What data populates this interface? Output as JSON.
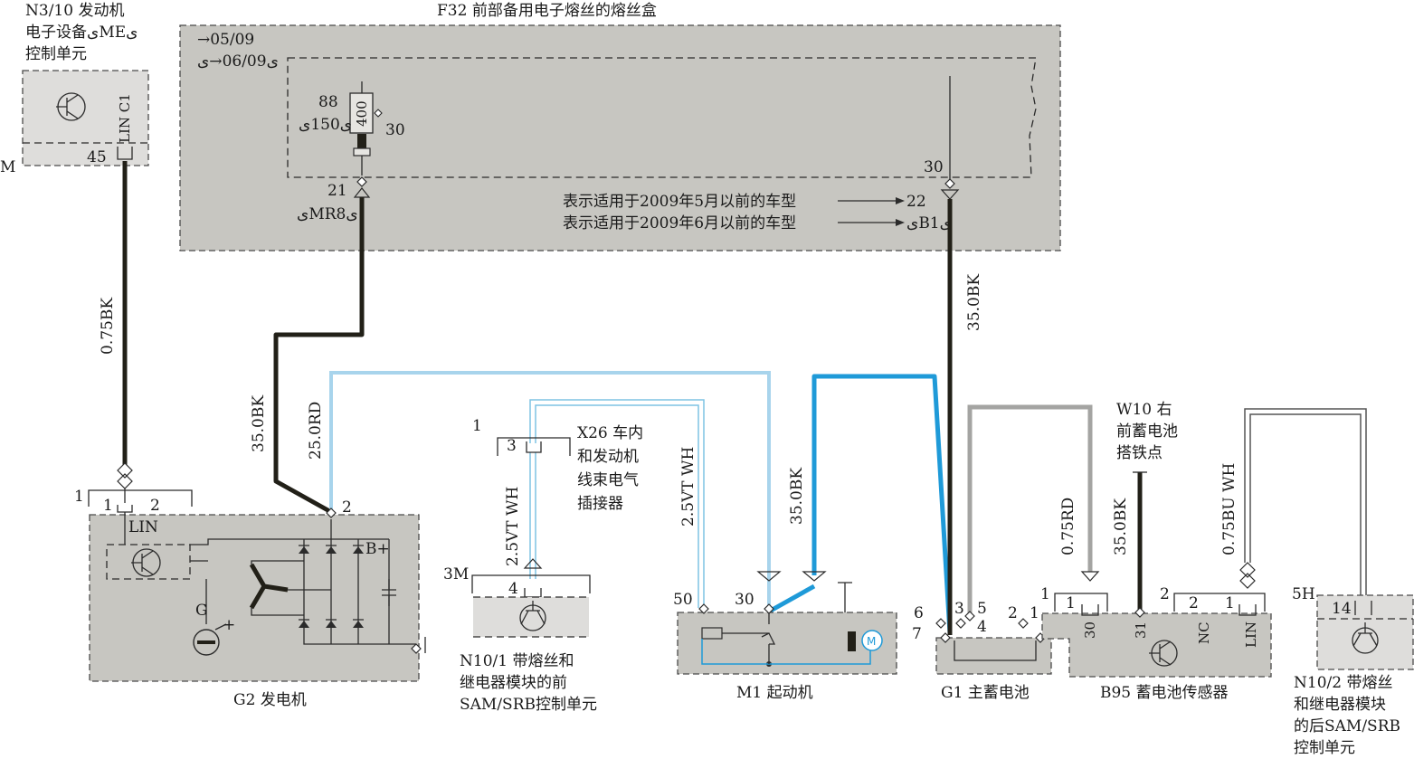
{
  "fuse_box": {
    "title": "F32  前部备用电子熔丝的熔丝盒",
    "date_range_1": "→05/09",
    "date_range_2": "ى06/09→ى",
    "pin_88": "88",
    "pin_150": "ى150ى",
    "fuse_value": "400",
    "pin_30_left": "30",
    "pin_30_right": "30",
    "pin_21": "21",
    "pin_mr8": "ىMR8ى",
    "note_1": "表示适用于2009年5月以前的车型",
    "note_1_target": "22",
    "note_2": "表示适用于2009年6月以前的车型",
    "note_2_target": "ىB1ى"
  },
  "ecu": {
    "title_1": "N3/10  发动机",
    "title_2": "电子设备ىMEى",
    "title_3": "控制单元",
    "pin_lin": "LIN C1",
    "pin_45": "45",
    "side_label": "M"
  },
  "wires": {
    "w_075bk": "0.75BK",
    "w_350bk_left": "35.0BK",
    "w_250rd": "25.0RD",
    "w_350bk_right": "35.0BK",
    "w_25vt_1": "2.5VT WH",
    "w_25vt_2": "2.5VT WH",
    "w_350bk_mid": "35.0BK",
    "w_075rd": "0.75RD",
    "w_350bk_gnd": "35.0BK",
    "w_075bu": "0.75BU WH"
  },
  "generator": {
    "title": "G2  发电机",
    "conn_1": "1",
    "pin_1": "1",
    "pin_2": "2",
    "pin_b2": "2",
    "lin": "LIN",
    "bplus": "B+",
    "g": "G",
    "plus": "+"
  },
  "connector_x26": {
    "pin_1": "1",
    "pin_3": "3",
    "label_1": "X26  车内",
    "label_2": "和发动机",
    "label_3": "线束电气",
    "label_4": "插接器"
  },
  "front_sam": {
    "side": "3M",
    "pin_4": "4",
    "title_1": "N10/1  带熔丝和",
    "title_2": "继电器模块的前",
    "title_3": "SAM/SRB控制单元"
  },
  "starter": {
    "pin_50": "50",
    "pin_30": "30",
    "title": "M1  起动机"
  },
  "battery": {
    "pin_6": "6",
    "pin_7": "7",
    "pin_3": "3",
    "pin_5": "5",
    "pin_4": "4",
    "pin_2": "2",
    "pin_1": "1",
    "title": "G1  主蓄电池"
  },
  "ground": {
    "title_1": "W10  右",
    "title_2": "前蓄电池",
    "title_3": "搭铁点"
  },
  "sensor": {
    "conn_1": "1",
    "pin_1": "1",
    "pin_30": "30",
    "pin_31": "31",
    "conn_2": "2",
    "pin_2": "2",
    "pin_1b": "1",
    "nc": "NC",
    "lin": "LIN",
    "title": "B95  蓄电池传感器"
  },
  "rear_sam": {
    "side": "5H",
    "pin_14": "14",
    "title_1": "N10/2  带熔丝",
    "title_2": "和继电器模块",
    "title_3": "的后SAM/SRB",
    "title_4": "控制单元"
  },
  "colors": {
    "black_wire": "#222018",
    "red_wire": "#a8d4ec",
    "blue_wire": "#1f9ad8",
    "gray_wire": "#a4a4a2",
    "box_fill": "#c7c6c1"
  }
}
